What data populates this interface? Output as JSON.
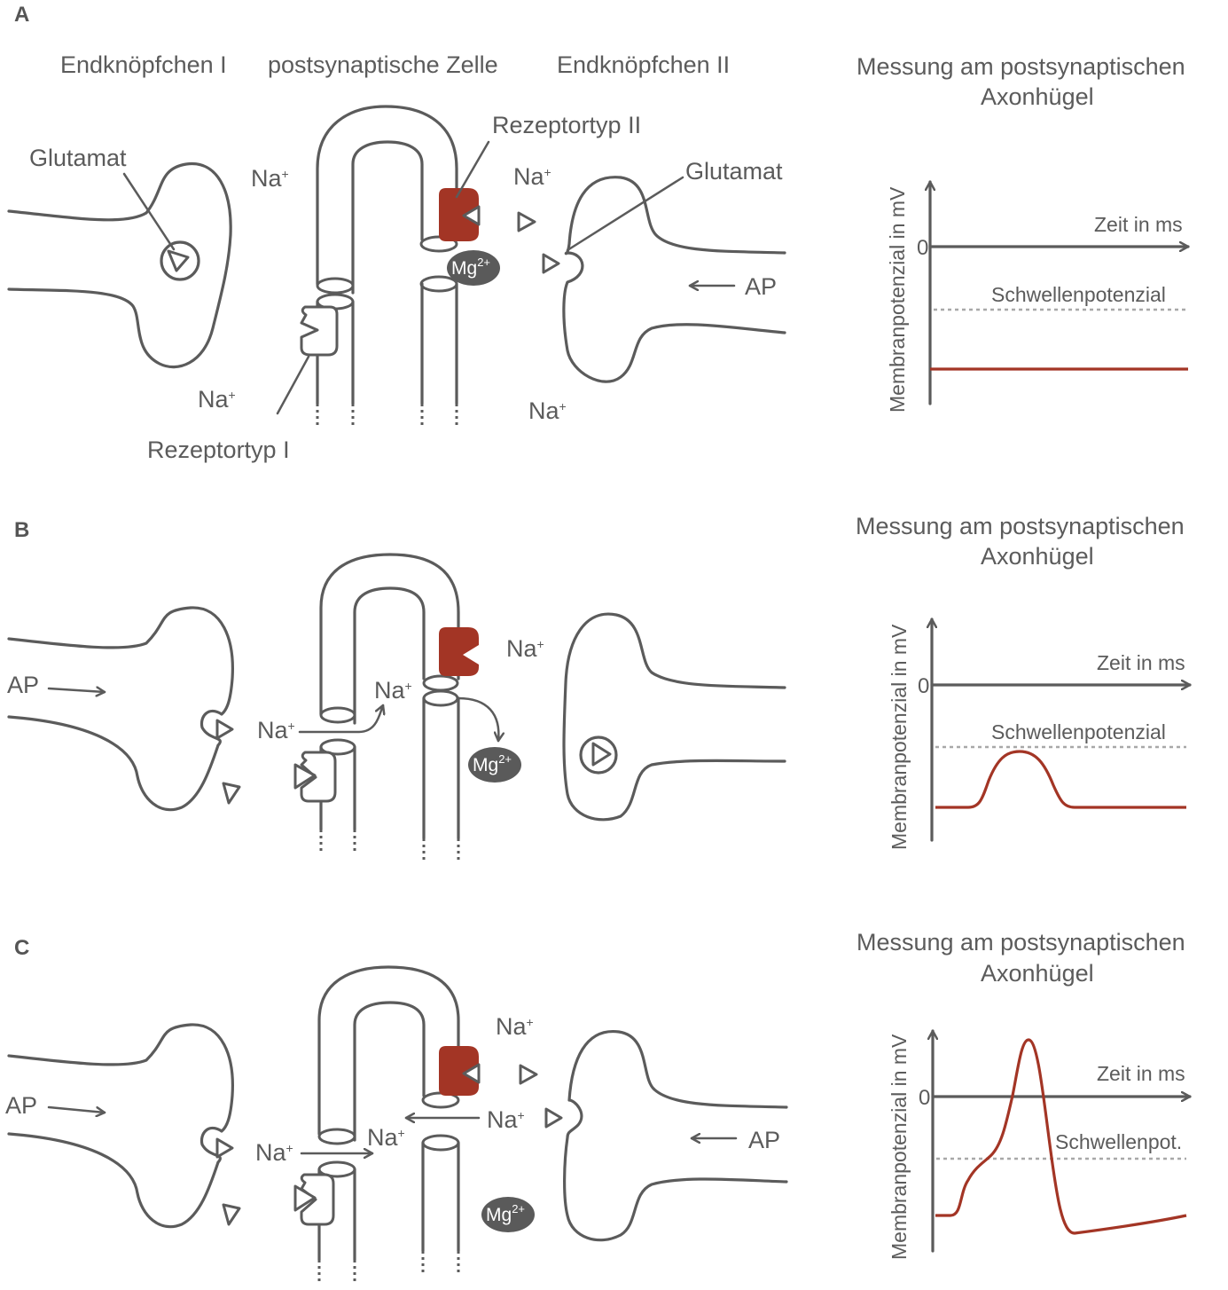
{
  "panels": [
    {
      "letter": "A",
      "headers": {
        "terminal_1": "Endknöpfchen I",
        "postsynaptic": "postsynaptische Zelle",
        "terminal_2": "Endknöpfchen II"
      },
      "labels": {
        "glutamat_left": "Glutamat",
        "glutamat_right": "Glutamat",
        "na_top_left": "Na",
        "na_top_right": "Na",
        "na_bottom_left": "Na",
        "na_bottom_right": "Na",
        "receptor_2": "Rezeptortyp II",
        "receptor_1": "Rezeptortyp I",
        "mg": "Mg",
        "ap": "AP"
      },
      "chart_title_line1": "Messung am postsynaptischen",
      "chart_title_line2": "Axonhügel",
      "chart_ylabel": "Membranpotenzial in mV",
      "chart_xlabel": "Zeit in ms",
      "chart_zero": "0",
      "chart_threshold_label": "Schwellenpotenzial"
    },
    {
      "letter": "B",
      "labels": {
        "ap": "AP",
        "na_right": "Na",
        "na_channel": "Na",
        "na_left": "Na",
        "mg": "Mg"
      },
      "chart_title_line1": "Messung am postsynaptischen",
      "chart_title_line2": "Axonhügel",
      "chart_ylabel": "Membranpotenzial in mV",
      "chart_xlabel": "Zeit in ms",
      "chart_zero": "0",
      "chart_threshold_label": "Schwellenpotenzial"
    },
    {
      "letter": "C",
      "labels": {
        "ap_left": "AP",
        "ap_right": "AP",
        "na_top": "Na",
        "na_right": "Na",
        "na_channel": "Na",
        "na_left": "Na",
        "mg": "Mg"
      },
      "chart_title_line1": "Messung am postsynaptischen",
      "chart_title_line2": "Axonhügel",
      "chart_ylabel": "Membranpotenzial in mV",
      "chart_xlabel": "Zeit in ms",
      "chart_zero": "0",
      "chart_threshold_label": "Schwellenpot."
    }
  ],
  "superscripts": {
    "na": "+",
    "mg": "2+"
  },
  "colors": {
    "line": "#5b5b5b",
    "receptor_red": "#a33525",
    "threshold": "#a8a8a8"
  },
  "chart_data": [
    {
      "type": "line",
      "title": "Messung am postsynaptischen Axonhügel",
      "xlabel": "Zeit in ms",
      "ylabel": "Membranpotenzial in mV",
      "threshold_label": "Schwellenpotenzial",
      "series": [
        {
          "shape": "flat resting potential below threshold"
        }
      ]
    },
    {
      "type": "line",
      "title": "Messung am postsynaptischen Axonhügel",
      "xlabel": "Zeit in ms",
      "ylabel": "Membranpotenzial in mV",
      "threshold_label": "Schwellenpotenzial",
      "series": [
        {
          "shape": "subthreshold depolarisation peak reaching threshold"
        }
      ]
    },
    {
      "type": "line",
      "title": "Messung am postsynaptischen Axonhügel",
      "xlabel": "Zeit in ms",
      "ylabel": "Membranpotenzial in mV",
      "threshold_label": "Schwellenpot.",
      "series": [
        {
          "shape": "action potential crossing 0 mV, then hyperpolarisation"
        }
      ]
    }
  ]
}
